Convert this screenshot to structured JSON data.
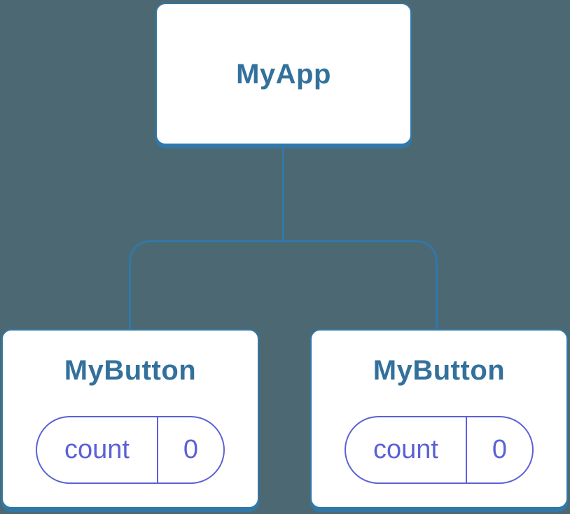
{
  "palette": {
    "background": "#4C6973",
    "line": "#3178A8",
    "title": "#33719C",
    "state": "#5C61D6",
    "boxbg": "#FFFFFF"
  },
  "tree": {
    "root": {
      "label": "MyApp"
    },
    "children": [
      {
        "label": "MyButton",
        "state": {
          "key": "count",
          "value": "0"
        }
      },
      {
        "label": "MyButton",
        "state": {
          "key": "count",
          "value": "0"
        }
      }
    ]
  }
}
